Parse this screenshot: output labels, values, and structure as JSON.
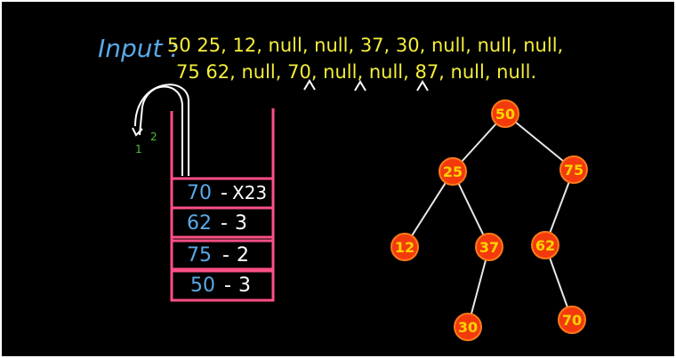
{
  "input": {
    "label": "Input :",
    "line1": "50 25, 12, null, null, 37, 30, null, null, null,",
    "line2": "75 62, null, 70, null, null, 87, null, null."
  },
  "arrow_labels": [
    "1",
    "2"
  ],
  "stack": [
    {
      "value": "70",
      "sep": "-",
      "count": "X23"
    },
    {
      "value": "62",
      "sep": "-",
      "count": "3"
    },
    {
      "value": "75",
      "sep": "-",
      "count": "2"
    },
    {
      "value": "50",
      "sep": "-",
      "count": "3"
    }
  ],
  "tree": {
    "nodes": [
      {
        "id": "n50",
        "label": "50"
      },
      {
        "id": "n25",
        "label": "25"
      },
      {
        "id": "n75",
        "label": "75"
      },
      {
        "id": "n12",
        "label": "12"
      },
      {
        "id": "n37",
        "label": "37"
      },
      {
        "id": "n62",
        "label": "62"
      },
      {
        "id": "n30",
        "label": "30"
      },
      {
        "id": "n70",
        "label": "70"
      }
    ],
    "edges": [
      [
        "n50",
        "n25"
      ],
      [
        "n50",
        "n75"
      ],
      [
        "n25",
        "n12"
      ],
      [
        "n25",
        "n37"
      ],
      [
        "n75",
        "n62"
      ],
      [
        "n37",
        "n30"
      ],
      [
        "n62",
        "n70"
      ]
    ]
  },
  "colors": {
    "background": "#000000",
    "input_text": "#f5ef3a",
    "label_text": "#5aa9e6",
    "stack_border": "#ff4f86",
    "node_fill": "#f23a0c",
    "node_text": "#ffd400"
  }
}
